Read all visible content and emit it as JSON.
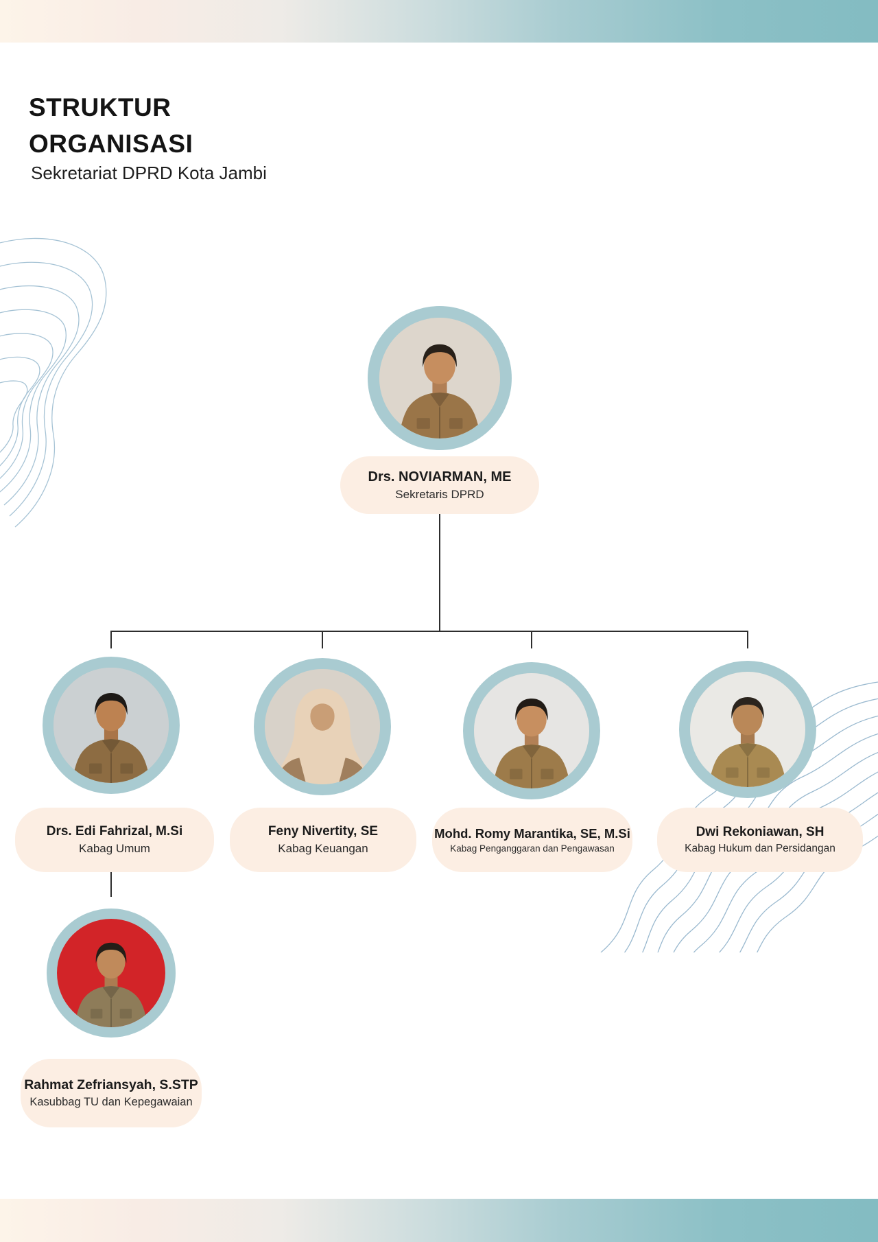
{
  "page": {
    "title_line1": "STRUKTUR",
    "title_line2": "ORGANISASI",
    "subtitle": "Sekretariat DPRD Kota Jambi"
  },
  "colors": {
    "ring_teal": "#a9cbd1",
    "card_bg": "#fceee3",
    "connector": "#2d2d2d",
    "bar_gradient_left": "#fdf4e9",
    "bar_gradient_right": "#83bcc2",
    "contour_line": "#a6c3d5",
    "text_dark": "#1b1b1b"
  },
  "org_chart": {
    "root": {
      "name": "Drs. NOVIARMAN, ME",
      "role": "Sekretaris DPRD",
      "avatar": {
        "style": "uniform",
        "bg": "#ddd6cc",
        "outfit": "#9a7548",
        "skin": "#c68e5f",
        "hair": "#272019"
      }
    },
    "children": [
      {
        "name": "Drs. Edi Fahrizal, M.Si",
        "role": "Kabag Umum",
        "avatar": {
          "style": "uniform",
          "bg": "#cbd0d2",
          "outfit": "#8d6c42",
          "skin": "#bd8251",
          "hair": "#1d1916"
        }
      },
      {
        "name": "Feny Nivertity, SE",
        "role": "Kabag Keuangan",
        "avatar": {
          "style": "hijab",
          "bg": "#d8d2c9",
          "outfit": "#a07f5d",
          "skin": "#c99e76",
          "headwear": "#e8d2b8"
        }
      },
      {
        "name": "Mohd. Romy Marantika, SE, M.Si",
        "role": "Kabag Penganggaran dan Pengawasan",
        "avatar": {
          "style": "uniform",
          "bg": "#e6e5e3",
          "outfit": "#9d7b4a",
          "skin": "#c78f60",
          "hair": "#211b16"
        }
      },
      {
        "name": "Dwi Rekoniawan, SH",
        "role": "Kabag Hukum dan Persidangan",
        "avatar": {
          "style": "uniform",
          "bg": "#eae9e5",
          "outfit": "#a98a52",
          "skin": "#ba8858",
          "hair": "#2b241d"
        }
      }
    ],
    "grandchild": {
      "name": "Rahmat Zefriansyah, S.STP",
      "role": "Kasubbag TU dan Kepegawaian",
      "avatar": {
        "style": "uniform",
        "bg": "#d22428",
        "outfit": "#8e7c59",
        "skin": "#c08a5b",
        "hair": "#241e18"
      }
    }
  }
}
